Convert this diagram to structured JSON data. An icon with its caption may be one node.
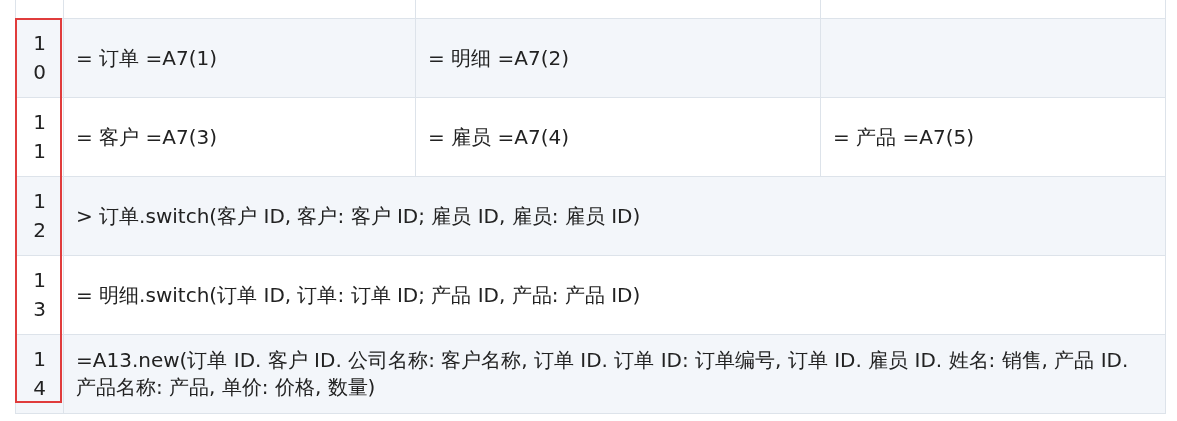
{
  "diagram": {
    "labels": [
      "10",
      "= 订单 =A7(1)",
      "= 明细 =A7(2)",
      "11",
      "= 客户 =A7(3)",
      "= 雇员 =A7(4)",
      "= 产品 =A7(5)",
      "12",
      "> 订单.switch(客户 ID, 客户: 客户 ID; 雇员 ID, 雇员: 雇员 ID)",
      "13",
      "= 明细.switch(订单 ID, 订单: 订单 ID; 产品 ID, 产品: 产品 ID)",
      "14",
      "=A13.new(订单 ID. 客户 ID. 公司名称: 客户名称, 订单 ID. 订单 ID: 订单编号, 订单 ID. 雇员 ID. 姓名: 销售, 产品 ID. 产品名称: 产品, 单价: 价格, 数量)"
    ]
  }
}
